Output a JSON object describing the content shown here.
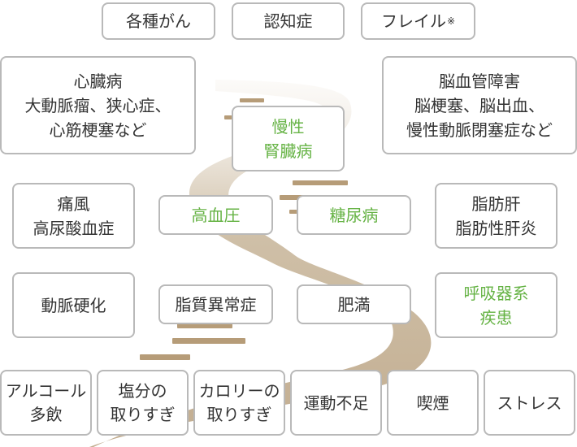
{
  "colors": {
    "road": "#c2ad90",
    "road_shadow": "#a9926f",
    "stripe": "#b69c78",
    "border": "#b9b9b9",
    "text": "#333333",
    "accent_green": "#66b345"
  },
  "top_row": {
    "cancer": "各種がん",
    "dementia": "認知症",
    "frailty": "フレイル",
    "frailty_mark": "※"
  },
  "upper": {
    "heart": "心臓病\n大動脈瘤、狭心症、\n心筋梗塞など",
    "ckd": "慢性\n腎臓病",
    "brain": "脳血管障害\n脳梗塞、脳出血、\n慢性動脈閉塞症など"
  },
  "middle": {
    "gout": "痛風\n高尿酸血症",
    "hypertension": "高血圧",
    "diabetes": "糖尿病",
    "fatty_liver": "脂肪肝\n脂肪性肝炎"
  },
  "lower": {
    "arteriosclerosis": "動脈硬化",
    "dyslipidemia": "脂質異常症",
    "obesity": "肥満",
    "respiratory": "呼吸器系\n疾患"
  },
  "bottom_row": {
    "alcohol": "アルコール\n多飲",
    "salt": "塩分の\n取りすぎ",
    "calorie": "カロリーの\n取りすぎ",
    "exercise": "運動不足",
    "smoking": "喫煙",
    "stress": "ストレス"
  }
}
